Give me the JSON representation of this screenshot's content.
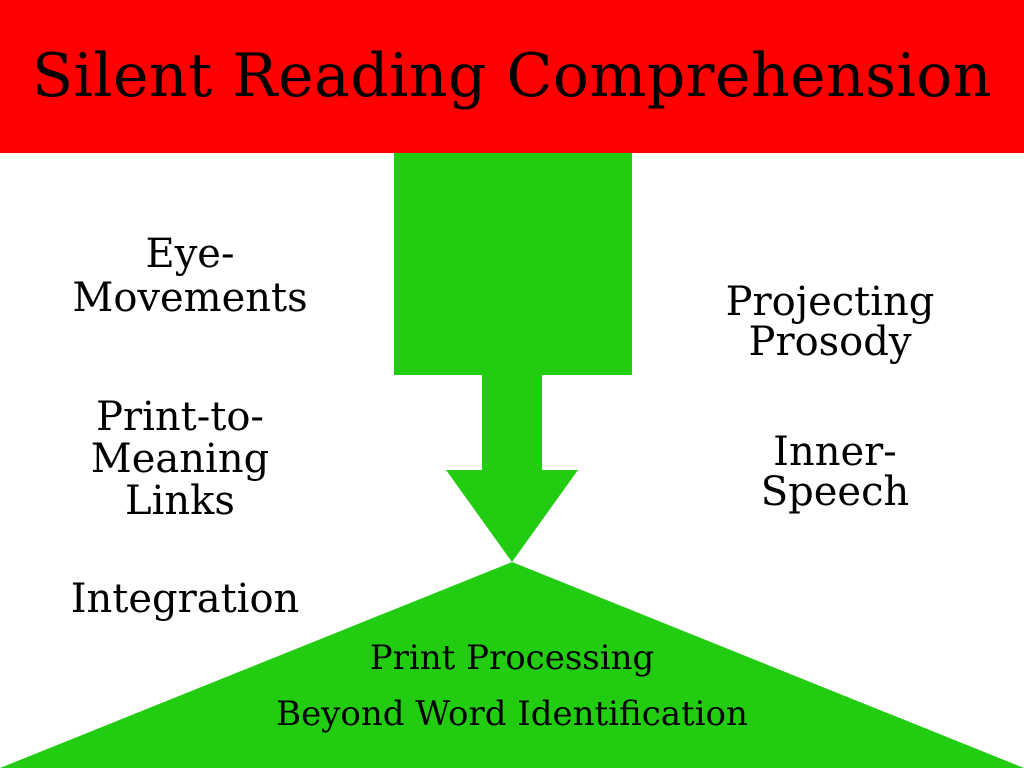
{
  "title": "Silent Reading Comprehension",
  "colors": {
    "banner": "#fe0000",
    "arrow": "#22cc11",
    "text": "#000000"
  },
  "left_labels": {
    "eye_movements": [
      "Eye-",
      "Movements"
    ],
    "print_to_meaning": [
      "Print-to-",
      "Meaning",
      "Links"
    ],
    "integration": "Integration"
  },
  "right_labels": {
    "projecting_prosody": [
      "Projecting",
      "Prosody"
    ],
    "inner_speech": [
      "Inner-",
      "Speech"
    ]
  },
  "base": {
    "line1": "Print Processing",
    "line2": "Beyond Word Identification"
  }
}
